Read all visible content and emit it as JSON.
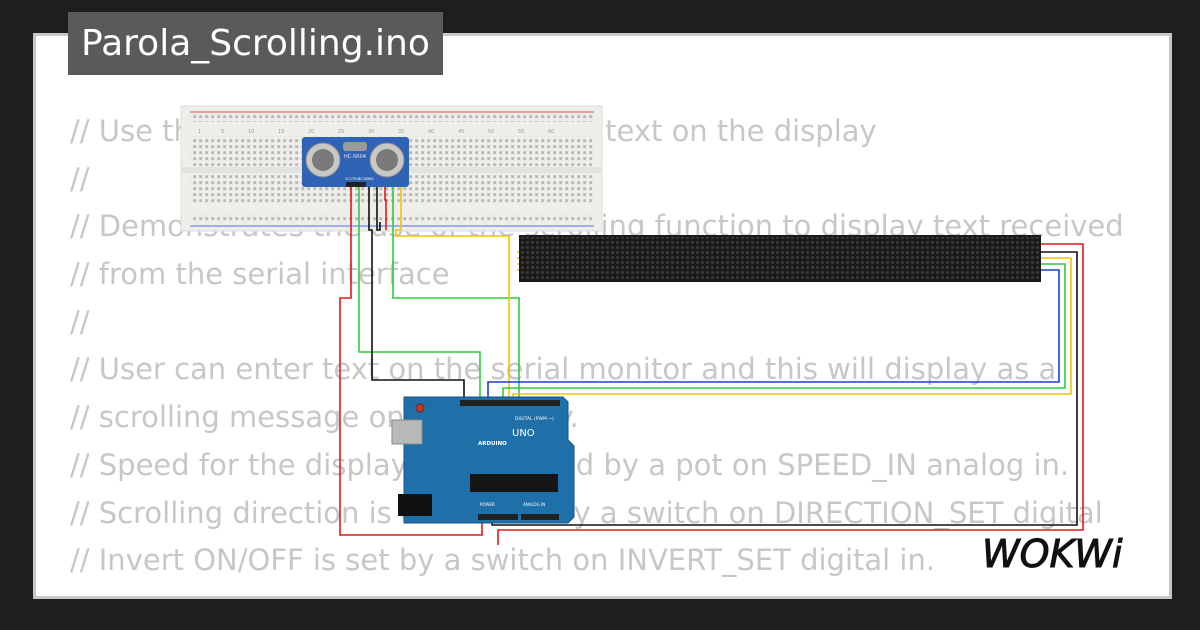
{
  "window": {
    "title": "Parola_Scrolling.ino"
  },
  "code_lines": [
    "// Use the MD_Parola library to scroll text on the display",
    "//",
    "// Demonstrates the use of the scrolling function to display text received",
    "// from the serial interface",
    "//",
    "// User can enter text on the serial monitor and this will display as a",
    "// scrolling message on the display.",
    "// Speed for the display is controlled by a pot on SPEED_IN analog in.",
    "// Scrolling direction is controlled by a switch on DIRECTION_SET digital",
    "// Invert ON/OFF is set by a switch on INVERT_SET digital in.",
    "//"
  ],
  "components": {
    "sensor_label": "HC-SR04",
    "sensor_pins": [
      "VCC",
      "TRIG",
      "ECHO",
      "GND"
    ],
    "arduino_brand": "ARDUINO",
    "arduino_model": "UNO",
    "arduino_digital_label": "DIGITAL (PWM ~)",
    "arduino_analog_label": "ANALOG IN",
    "arduino_power_label": "POWER",
    "breadboard_numbers": [
      "1",
      "5",
      "10",
      "15",
      "20",
      "25",
      "30",
      "35",
      "40",
      "45",
      "50",
      "55",
      "60"
    ]
  },
  "logo": {
    "text": "WOKWi"
  },
  "colors": {
    "background": "#1e1e1e",
    "frame": "#ffffff",
    "title_bg": "#5a5a5a",
    "code_text": "#c7c7c7",
    "arduino_blue": "#1f6fa8",
    "wire_red": "#e01b1b",
    "wire_green": "#2ecc40",
    "wire_black": "#111111",
    "wire_yellow": "#f2c400",
    "wire_blue": "#1a3fd6",
    "matrix": "#1a1a1a"
  }
}
